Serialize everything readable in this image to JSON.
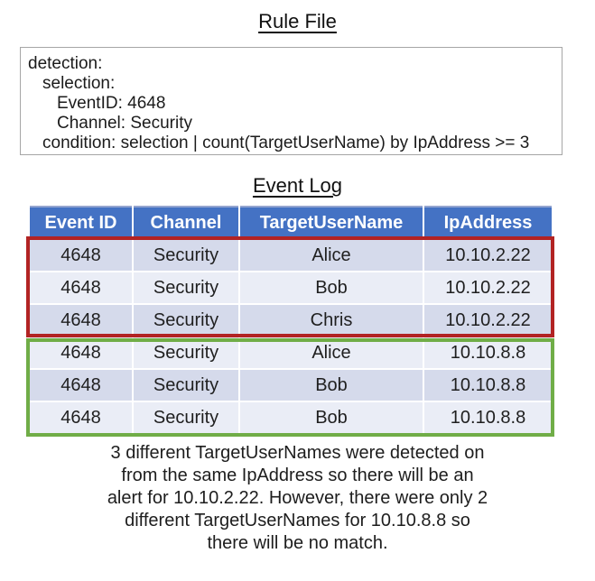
{
  "titles": {
    "rule_file": "Rule File",
    "event_log": "Event Log"
  },
  "rule_file": {
    "lines": [
      {
        "indent": 0,
        "text": "detection:"
      },
      {
        "indent": 1,
        "text": "selection:"
      },
      {
        "indent": 2,
        "text": "EventID: 4648"
      },
      {
        "indent": 2,
        "text": "Channel: Security"
      },
      {
        "indent": 1,
        "text": "condition: selection | count(TargetUserName) by IpAddress >= 3"
      }
    ]
  },
  "event_log": {
    "columns": [
      "Event ID",
      "Channel",
      "TargetUserName",
      "IpAddress"
    ],
    "rows": [
      [
        "4648",
        "Security",
        "Alice",
        "10.10.2.22"
      ],
      [
        "4648",
        "Security",
        "Bob",
        "10.10.2.22"
      ],
      [
        "4648",
        "Security",
        "Chris",
        "10.10.2.22"
      ],
      [
        "4648",
        "Security",
        "Alice",
        "10.10.8.8"
      ],
      [
        "4648",
        "Security",
        "Bob",
        "10.10.8.8"
      ],
      [
        "4648",
        "Security",
        "Bob",
        "10.10.8.8"
      ]
    ],
    "groups": [
      {
        "label": "alert-group",
        "ip": "10.10.2.22",
        "row_indexes": [
          0,
          1,
          2
        ],
        "border_color": "#b22323"
      },
      {
        "label": "no-match-group",
        "ip": "10.10.8.8",
        "row_indexes": [
          3,
          4,
          5
        ],
        "border_color": "#70ad47"
      }
    ]
  },
  "caption": {
    "text": "3 different TargetUserNames were detected on\nfrom the same IpAddress so there will be an\nalert for 10.10.2.22. However, there were only 2\ndifferent TargetUserNames for 10.10.8.8 so\nthere will be no match."
  },
  "colors": {
    "header_bg": "#4472c4",
    "header_text": "#ffffff",
    "row_band_dark": "#d5daeb",
    "row_band_light": "#eaedf6",
    "alert_outline": "#b22323",
    "no_match_outline": "#70ad47",
    "rule_box_border": "#a6a6a6"
  }
}
